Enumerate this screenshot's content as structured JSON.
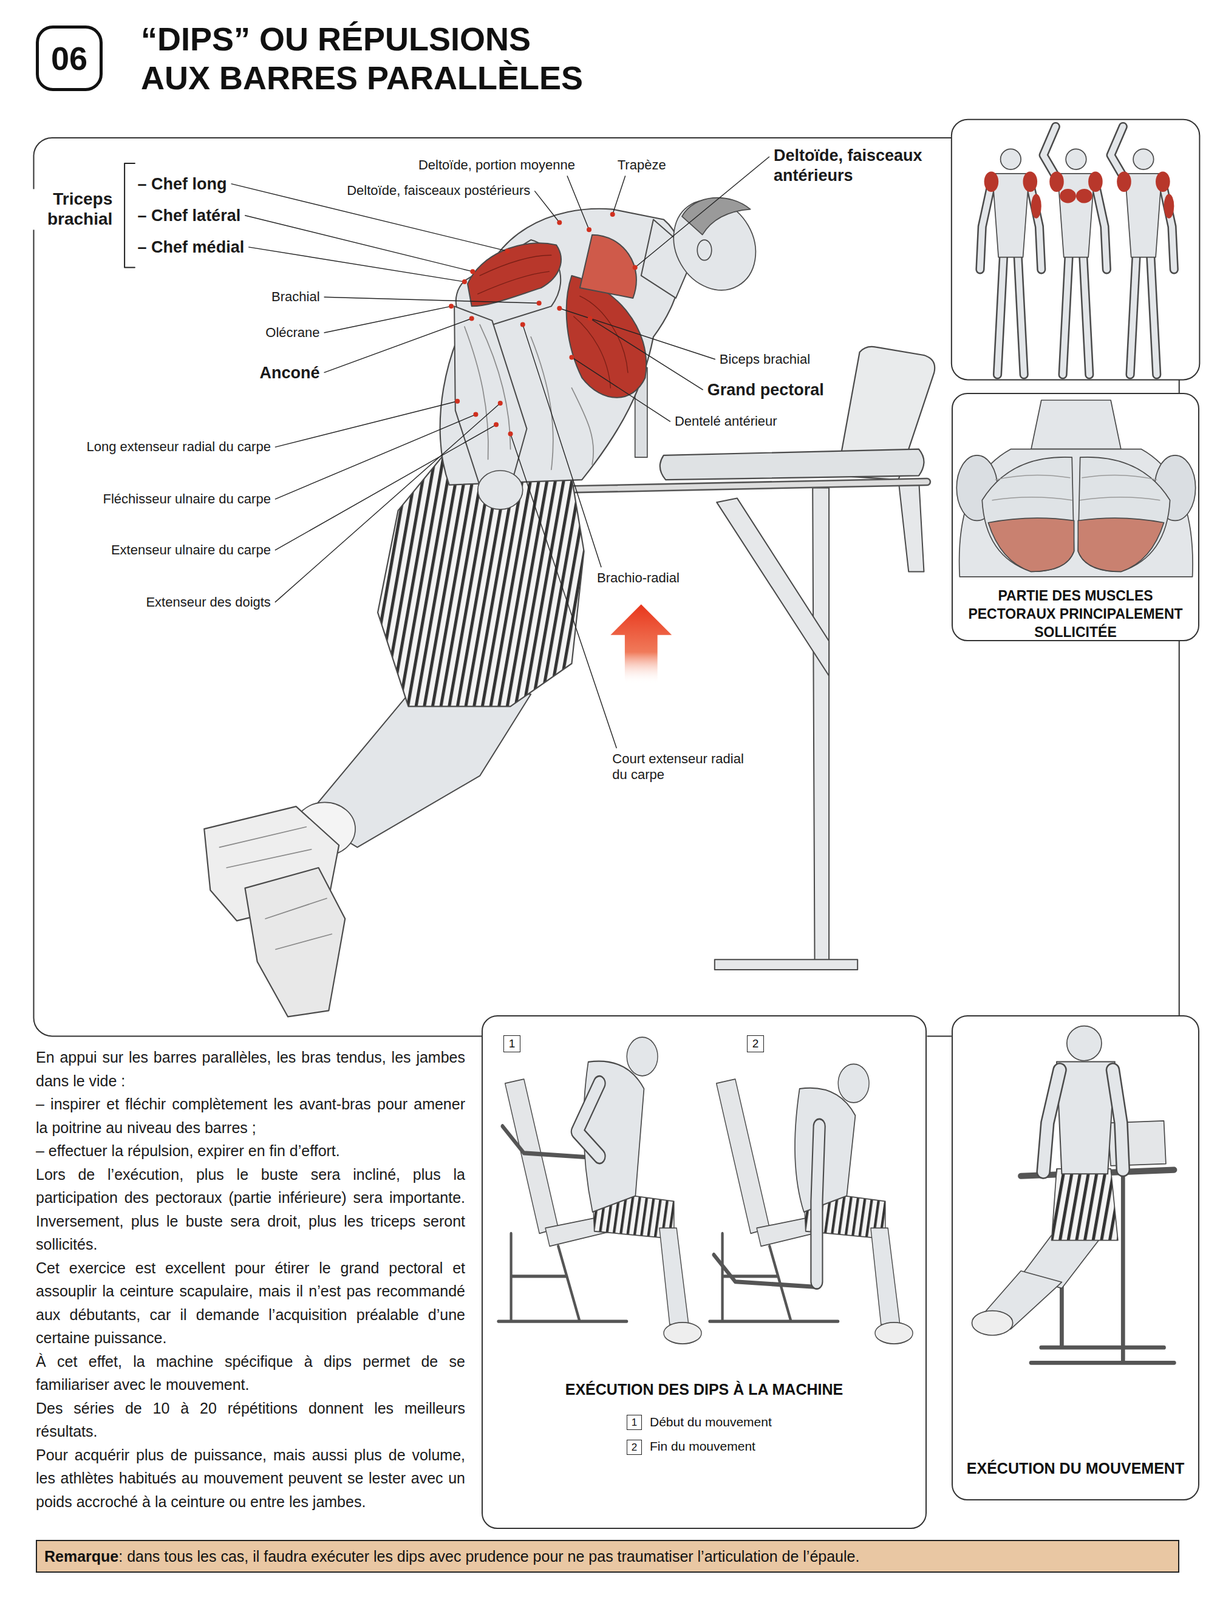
{
  "diagram": {
    "title": "“DIPS” OU RÉPULSIONS AUX BARRES PARALLÈLES",
    "nodes": [
      {
        "text": [
          "06"
        ]
      },
      {
        "text": [
          "PARTIE DES MUSCLES PECTORAUX PRINCIPALEMENT SOLLICITÉE"
        ]
      },
      {
        "text": [
          "EXÉCUTION DES DIPS À LA MACHINE"
        ]
      },
      {
        "text": [
          "1"
        ],
        "in": 2
      },
      {
        "text": [
          "2"
        ],
        "in": 2
      },
      {
        "text": [
          "1"
        ],
        "in": 2
      },
      {
        "text": [
          "2"
        ],
        "in": 2
      },
      {
        "text": [
          "EXÉCUTION DU MOUVEMENT"
        ]
      },
      {
        "text": [
          "Remarque",
          ": dans tous les cas, il faudra exécuter les dips avec prudence pour ne pas traumatiser l’articulation de l’épaule."
        ]
      }
    ],
    "labels": [
      "Triceps brachial",
      "– Chef long",
      "– Chef latéral",
      "– Chef médial",
      "Deltoïde, portion moyenne",
      "Trapèze",
      "Deltoïde, faisceaux postérieurs",
      "Deltoïde, faisceaux antérieurs",
      "Brachial",
      "Olécrane",
      "Anconé",
      "Biceps brachial",
      "Grand pectoral",
      "Dentelé antérieur",
      "Long extenseur radial du carpe",
      "Fléchisseur ulnaire du carpe",
      "Extenseur ulnaire du carpe",
      "Extenseur des doigts",
      "Brachio-radial",
      "Court extenseur radial du carpe",
      "En appui sur les barres parallèles, les bras tendus, les jambes dans le vide :",
      "– inspirer et fléchir complètement les avant-bras pour amener la poitrine au niveau des barres ;",
      "– effectuer la répulsion, expirer en fin d’effort.",
      "Lors de l’exécution, plus le buste sera incliné, plus la participation des pectoraux (partie inférieure) sera importante. Inversement, plus le buste sera droit, plus les triceps seront sollicités.",
      "Cet exercice est excellent pour étirer le grand pectoral et assouplir la ceinture scapulaire, mais il n’est pas recommandé aux débutants, car il demande l’acquisition préalable d’une certaine puissance.",
      "À cet effet, la machine spécifique à dips permet de se familiariser avec le mouvement.",
      "Des séries de 10 à 20 répétitions donnent les meilleurs résultats.",
      "Pour acquérir plus de puissance, mais aussi plus de volume, les athlètes habitués au mouvement peuvent se lester avec un poids accroché à la ceinture ou entre les jambes.",
      "Début du mouvement",
      "Fin du mouvement"
    ]
  }
}
